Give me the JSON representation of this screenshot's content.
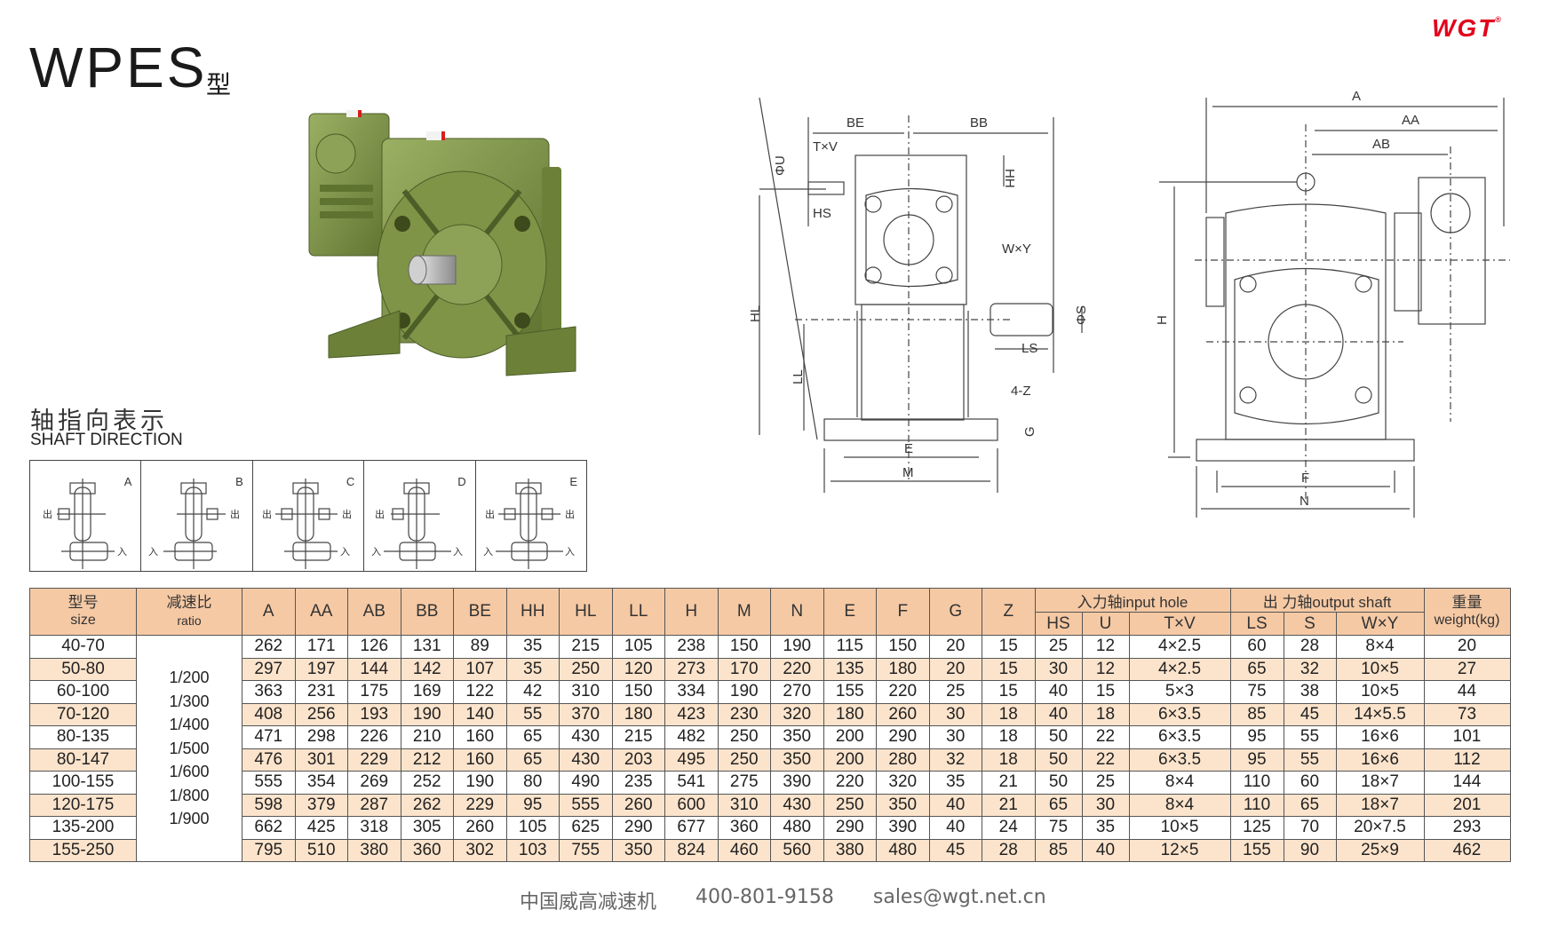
{
  "header": {
    "title": "WPES",
    "title_suffix": "型",
    "logo": "WGT",
    "logo_mark": "®",
    "brand_color": "#e3001b"
  },
  "product_photo": {
    "label": "WPES worm gear reducer (green housing)",
    "body_color": "#7d9145"
  },
  "shaft_direction": {
    "title_cn": "轴指向表示",
    "title_en": "SHAFT DIRECTION",
    "out_label": "出",
    "in_label": "入",
    "variants": [
      "A",
      "B",
      "C",
      "D",
      "E"
    ]
  },
  "drawing_side": {
    "labels": [
      "BE",
      "BB",
      "T×V",
      "ΦU",
      "HH",
      "HS",
      "W×Y",
      "HL",
      "ΦS",
      "LS",
      "LL",
      "4-Z",
      "G",
      "E",
      "M"
    ]
  },
  "drawing_front": {
    "labels": [
      "A",
      "AA",
      "AB",
      "H",
      "F",
      "N"
    ]
  },
  "table": {
    "headers": {
      "size_cn": "型号",
      "size_en": "size",
      "ratio_cn": "减速比",
      "ratio_en": "ratio",
      "dims": [
        "A",
        "AA",
        "AB",
        "BB",
        "BE",
        "HH",
        "HL",
        "LL",
        "H",
        "M",
        "N",
        "E",
        "F",
        "G",
        "Z"
      ],
      "input_group": "入力轴input hole",
      "input_cols": [
        "HS",
        "U",
        "T×V"
      ],
      "output_group": "出 力轴output shaft",
      "output_cols": [
        "LS",
        "S",
        "W×Y"
      ],
      "weight_cn": "重量",
      "weight_en": "weight(kg)"
    },
    "ratios": [
      "1/200",
      "1/300",
      "1/400",
      "1/500",
      "1/600",
      "1/800",
      "1/900"
    ],
    "rows": [
      {
        "size": "40-70",
        "A": "262",
        "AA": "171",
        "AB": "126",
        "BB": "131",
        "BE": "89",
        "HH": "35",
        "HL": "215",
        "LL": "105",
        "H": "238",
        "M": "150",
        "N": "190",
        "E": "115",
        "F": "150",
        "G": "20",
        "Z": "15",
        "HS": "25",
        "U": "12",
        "TxV": "4×2.5",
        "LS": "60",
        "S": "28",
        "WxY": "8×4",
        "weight": "20"
      },
      {
        "size": "50-80",
        "A": "297",
        "AA": "197",
        "AB": "144",
        "BB": "142",
        "BE": "107",
        "HH": "35",
        "HL": "250",
        "LL": "120",
        "H": "273",
        "M": "170",
        "N": "220",
        "E": "135",
        "F": "180",
        "G": "20",
        "Z": "15",
        "HS": "30",
        "U": "12",
        "TxV": "4×2.5",
        "LS": "65",
        "S": "32",
        "WxY": "10×5",
        "weight": "27"
      },
      {
        "size": "60-100",
        "A": "363",
        "AA": "231",
        "AB": "175",
        "BB": "169",
        "BE": "122",
        "HH": "42",
        "HL": "310",
        "LL": "150",
        "H": "334",
        "M": "190",
        "N": "270",
        "E": "155",
        "F": "220",
        "G": "25",
        "Z": "15",
        "HS": "40",
        "U": "15",
        "TxV": "5×3",
        "LS": "75",
        "S": "38",
        "WxY": "10×5",
        "weight": "44"
      },
      {
        "size": "70-120",
        "A": "408",
        "AA": "256",
        "AB": "193",
        "BB": "190",
        "BE": "140",
        "HH": "55",
        "HL": "370",
        "LL": "180",
        "H": "423",
        "M": "230",
        "N": "320",
        "E": "180",
        "F": "260",
        "G": "30",
        "Z": "18",
        "HS": "40",
        "U": "18",
        "TxV": "6×3.5",
        "LS": "85",
        "S": "45",
        "WxY": "14×5.5",
        "weight": "73"
      },
      {
        "size": "80-135",
        "A": "471",
        "AA": "298",
        "AB": "226",
        "BB": "210",
        "BE": "160",
        "HH": "65",
        "HL": "430",
        "LL": "215",
        "H": "482",
        "M": "250",
        "N": "350",
        "E": "200",
        "F": "290",
        "G": "30",
        "Z": "18",
        "HS": "50",
        "U": "22",
        "TxV": "6×3.5",
        "LS": "95",
        "S": "55",
        "WxY": "16×6",
        "weight": "101"
      },
      {
        "size": "80-147",
        "A": "476",
        "AA": "301",
        "AB": "229",
        "BB": "212",
        "BE": "160",
        "HH": "65",
        "HL": "430",
        "LL": "203",
        "H": "495",
        "M": "250",
        "N": "350",
        "E": "200",
        "F": "280",
        "G": "32",
        "Z": "18",
        "HS": "50",
        "U": "22",
        "TxV": "6×3.5",
        "LS": "95",
        "S": "55",
        "WxY": "16×6",
        "weight": "112"
      },
      {
        "size": "100-155",
        "A": "555",
        "AA": "354",
        "AB": "269",
        "BB": "252",
        "BE": "190",
        "HH": "80",
        "HL": "490",
        "LL": "235",
        "H": "541",
        "M": "275",
        "N": "390",
        "E": "220",
        "F": "320",
        "G": "35",
        "Z": "21",
        "HS": "50",
        "U": "25",
        "TxV": "8×4",
        "LS": "110",
        "S": "60",
        "WxY": "18×7",
        "weight": "144"
      },
      {
        "size": "120-175",
        "A": "598",
        "AA": "379",
        "AB": "287",
        "BB": "262",
        "BE": "229",
        "HH": "95",
        "HL": "555",
        "LL": "260",
        "H": "600",
        "M": "310",
        "N": "430",
        "E": "250",
        "F": "350",
        "G": "40",
        "Z": "21",
        "HS": "65",
        "U": "30",
        "TxV": "8×4",
        "LS": "110",
        "S": "65",
        "WxY": "18×7",
        "weight": "201"
      },
      {
        "size": "135-200",
        "A": "662",
        "AA": "425",
        "AB": "318",
        "BB": "305",
        "BE": "260",
        "HH": "105",
        "HL": "625",
        "LL": "290",
        "H": "677",
        "M": "360",
        "N": "480",
        "E": "290",
        "F": "390",
        "G": "40",
        "Z": "24",
        "HS": "75",
        "U": "35",
        "TxV": "10×5",
        "LS": "125",
        "S": "70",
        "WxY": "20×7.5",
        "weight": "293"
      },
      {
        "size": "155-250",
        "A": "795",
        "AA": "510",
        "AB": "380",
        "BB": "360",
        "BE": "302",
        "HH": "103",
        "HL": "755",
        "LL": "350",
        "H": "824",
        "M": "460",
        "N": "560",
        "E": "380",
        "F": "480",
        "G": "45",
        "Z": "28",
        "HS": "85",
        "U": "40",
        "TxV": "12×5",
        "LS": "155",
        "S": "90",
        "WxY": "25×9",
        "weight": "462"
      }
    ],
    "colors": {
      "header_bg": "#f5c9a4",
      "alt_row_bg": "#fce4cc",
      "border": "#555555"
    }
  },
  "footer": {
    "company": "中国威高减速机",
    "phone": "400-801-9158",
    "email": "sales@wgt.net.cn"
  }
}
